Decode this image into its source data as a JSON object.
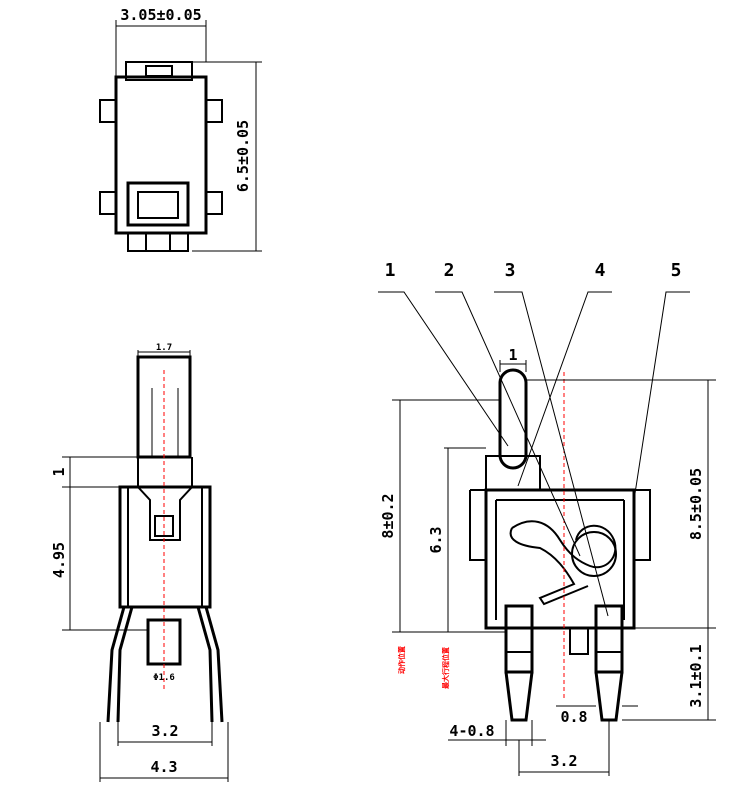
{
  "colors": {
    "line": "#000000",
    "centerline": "#ff0000",
    "background": "#ffffff"
  },
  "top_view": {
    "width_dim": "3.05±0.05",
    "height_dim": "6.5±0.05"
  },
  "side_view": {
    "stem_width_dim": "1.7",
    "top_step_dim": "1",
    "body_height_dim": "4.95",
    "pin_dia_dim": "Φ1.6",
    "leg_spacing_dim": "3.2",
    "overall_width_dim": "4.3"
  },
  "front_view": {
    "callouts": [
      "1",
      "2",
      "3",
      "4",
      "5"
    ],
    "stem_width_dim": "1",
    "travel_height_dim": "8±0.2",
    "contact_height_dim": "6.3",
    "overall_height_dim": "8.5±0.05",
    "pin_length_dim": "3.1±0.1",
    "pin_thickness_dim": "0.8",
    "pin_width_dim": "4-0.8",
    "pin_spacing_dim": "3.2",
    "red_note_left": "动作位置",
    "red_note_right": "最大行程位置"
  }
}
